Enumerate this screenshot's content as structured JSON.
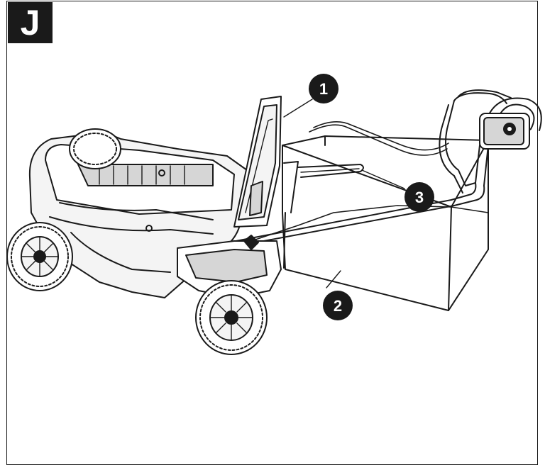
{
  "step_letter": "J",
  "callouts": [
    {
      "label": "1",
      "part": "rear-flap"
    },
    {
      "label": "2",
      "part": "grass-box"
    },
    {
      "label": "3",
      "part": "grass-box-handle"
    }
  ],
  "colors": {
    "ink": "#1a1a1a",
    "fill_light": "#f4f4f4",
    "fill_mid": "#d6d6d6",
    "badge": "#1a1a1a"
  }
}
